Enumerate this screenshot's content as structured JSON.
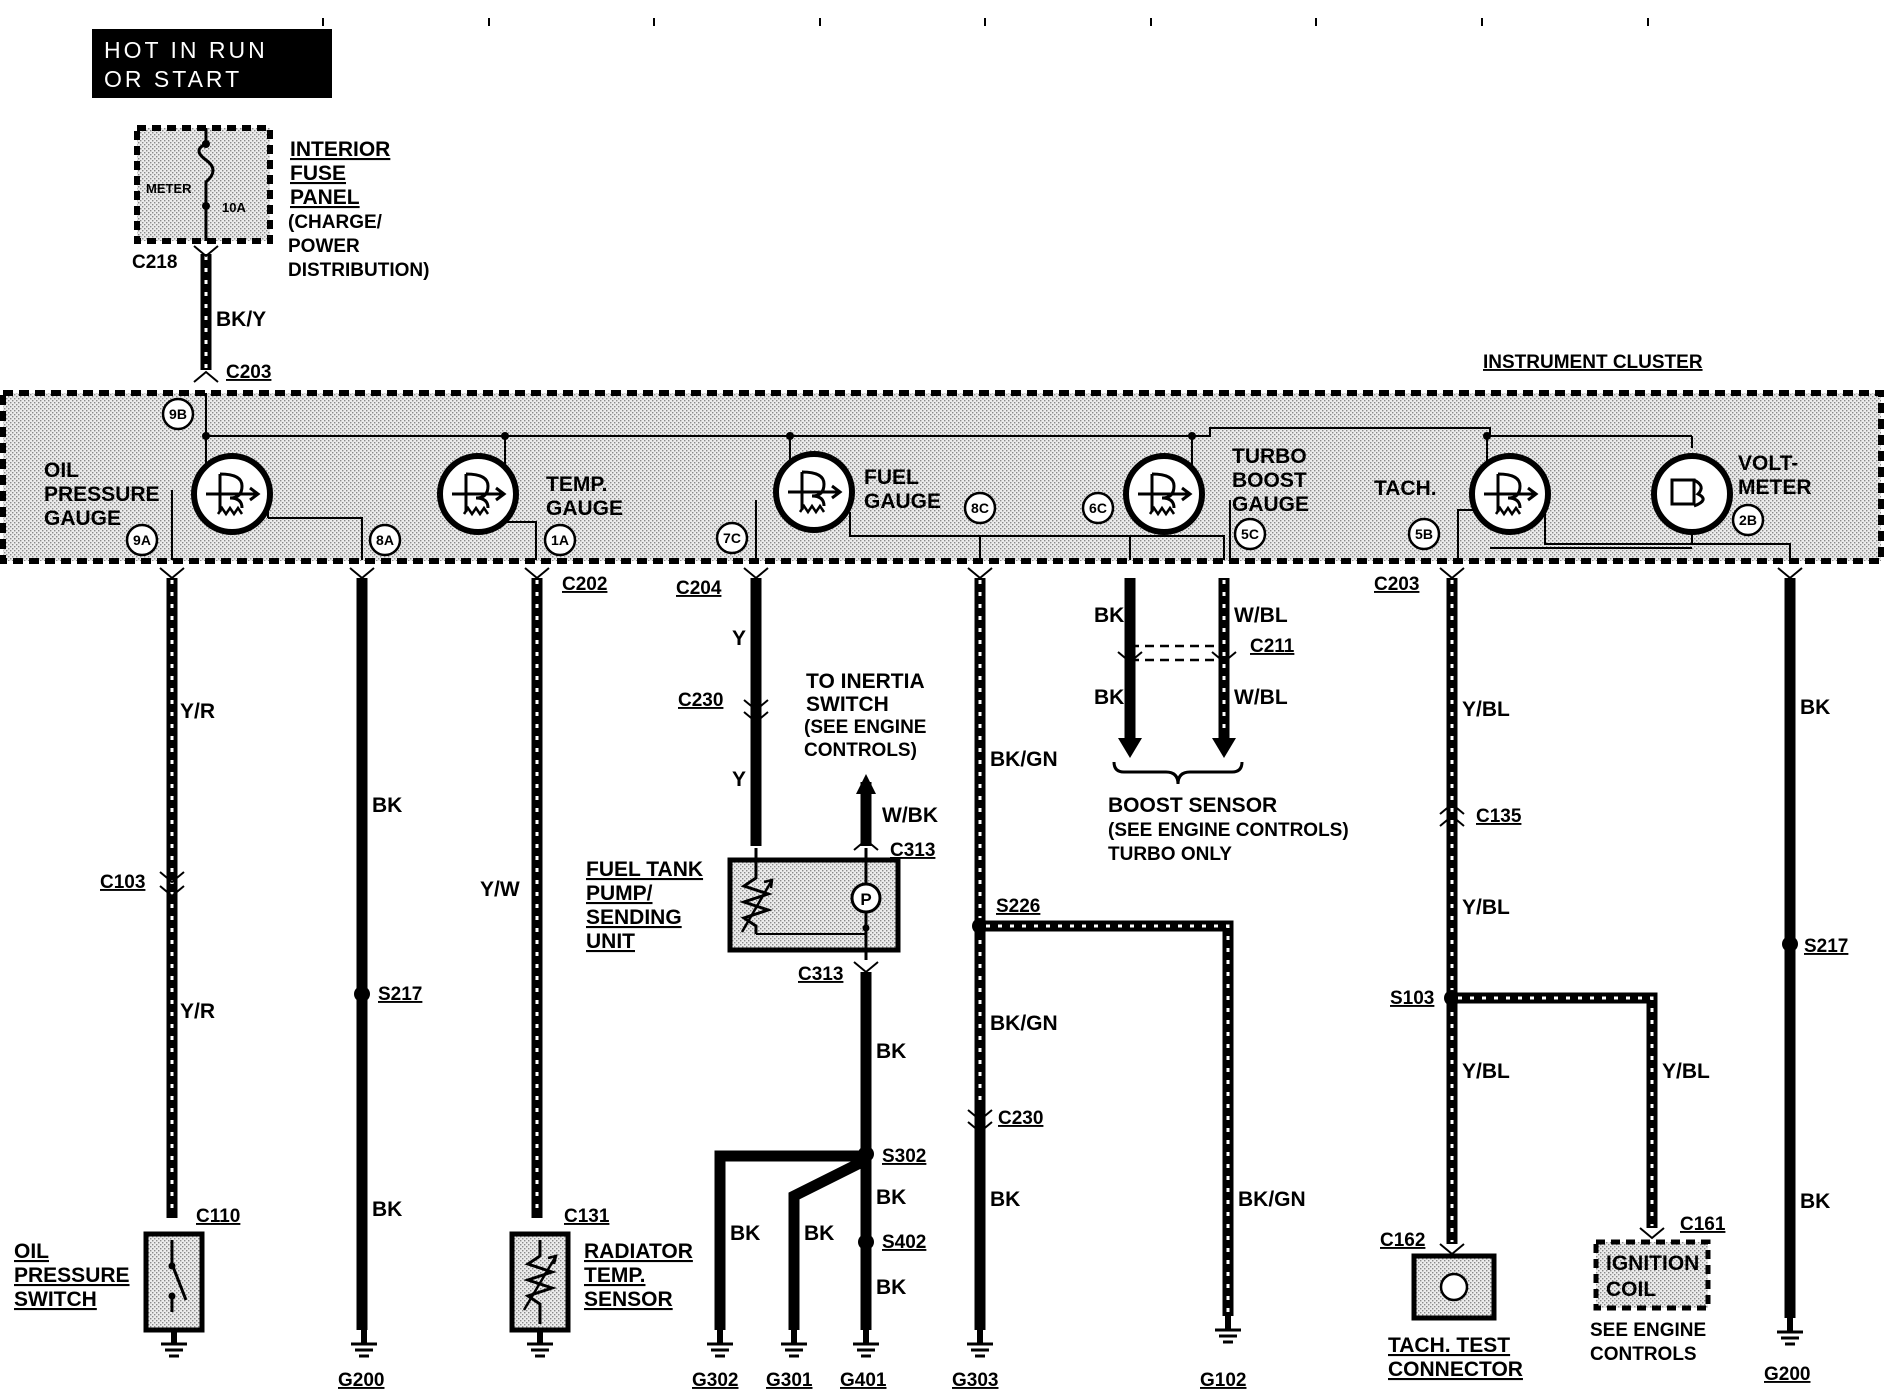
{
  "power": {
    "hot_label_1": "HOT IN RUN",
    "hot_label_2": "OR START"
  },
  "fuse": {
    "meter": "METER",
    "amps": "10A",
    "title1": "INTERIOR",
    "title2": "FUSE",
    "title3": "PANEL",
    "sub1": "(CHARGE/",
    "sub2": "POWER",
    "sub3": "DISTRIBUTION)"
  },
  "cluster": {
    "title": "INSTRUMENT CLUSTER",
    "gauges": {
      "oil": [
        "OIL",
        "PRESSURE",
        "GAUGE"
      ],
      "temp": [
        "TEMP.",
        "GAUGE"
      ],
      "fuel": [
        "FUEL",
        "GAUGE"
      ],
      "turbo": [
        "TURBO",
        "BOOST",
        "GAUGE"
      ],
      "tach": "TACH.",
      "volt": [
        "VOLT-",
        "METER"
      ]
    },
    "pins": [
      "9B",
      "9A",
      "8A",
      "1A",
      "7C",
      "8C",
      "6C",
      "5C",
      "5B",
      "2B"
    ]
  },
  "connectors": {
    "c218": "C218",
    "c203_top": "C203",
    "c202": "C202",
    "c204": "C204",
    "c230a": "C230",
    "c313_top": "C313",
    "c313_bot": "C313",
    "c211": "C211",
    "c203_right": "C203",
    "c135": "C135",
    "c103": "C103",
    "c110": "C110",
    "c131": "C131",
    "c230b": "C230",
    "c162": "C162",
    "c161": "C161"
  },
  "splices": {
    "s217a": "S217",
    "s226": "S226",
    "s302": "S302",
    "s402": "S402",
    "s103": "S103",
    "s217b": "S217"
  },
  "wires": {
    "bky": "BK/Y",
    "yr1": "Y/R",
    "yr2": "Y/R",
    "bk1": "BK",
    "bk2": "BK",
    "yw": "Y/W",
    "y1": "Y",
    "y2": "Y",
    "wbk": "W/BK",
    "bk3": "BK",
    "bkgn1": "BK/GN",
    "bkgn2": "BK/GN",
    "bk4": "BK",
    "bkgn3": "BK/GN",
    "bk5": "BK",
    "wbl1": "W/BL",
    "bk6": "BK",
    "wbl2": "W/BL",
    "ybl1": "Y/BL",
    "ybl2": "Y/BL",
    "ybl3": "Y/BL",
    "ybl4": "Y/BL",
    "bk7": "BK",
    "bk8": "BK",
    "bk9": "BK",
    "bk10": "BK",
    "bk11": "BK"
  },
  "components": {
    "inertia": [
      "TO INERTIA",
      "SWITCH",
      "(SEE ENGINE",
      "CONTROLS)"
    ],
    "fuel_tank": [
      "FUEL TANK",
      "PUMP/",
      "SENDING",
      "UNIT"
    ],
    "pump_symbol": "P",
    "boost": [
      "BOOST SENSOR",
      "(SEE ENGINE CONTROLS)",
      "TURBO ONLY"
    ],
    "oil_switch": [
      "OIL",
      "PRESSURE",
      "SWITCH"
    ],
    "radiator": [
      "RADIATOR",
      "TEMP.",
      "SENSOR"
    ],
    "tach_test": [
      "TACH. TEST",
      "CONNECTOR"
    ],
    "ignition": [
      "IGNITION",
      "COIL"
    ],
    "see_engine": [
      "SEE ENGINE",
      "CONTROLS"
    ]
  },
  "grounds": {
    "g200a": "G200",
    "g302": "G302",
    "g301": "G301",
    "g401": "G401",
    "g303": "G303",
    "g102": "G102",
    "g200b": "G200"
  }
}
